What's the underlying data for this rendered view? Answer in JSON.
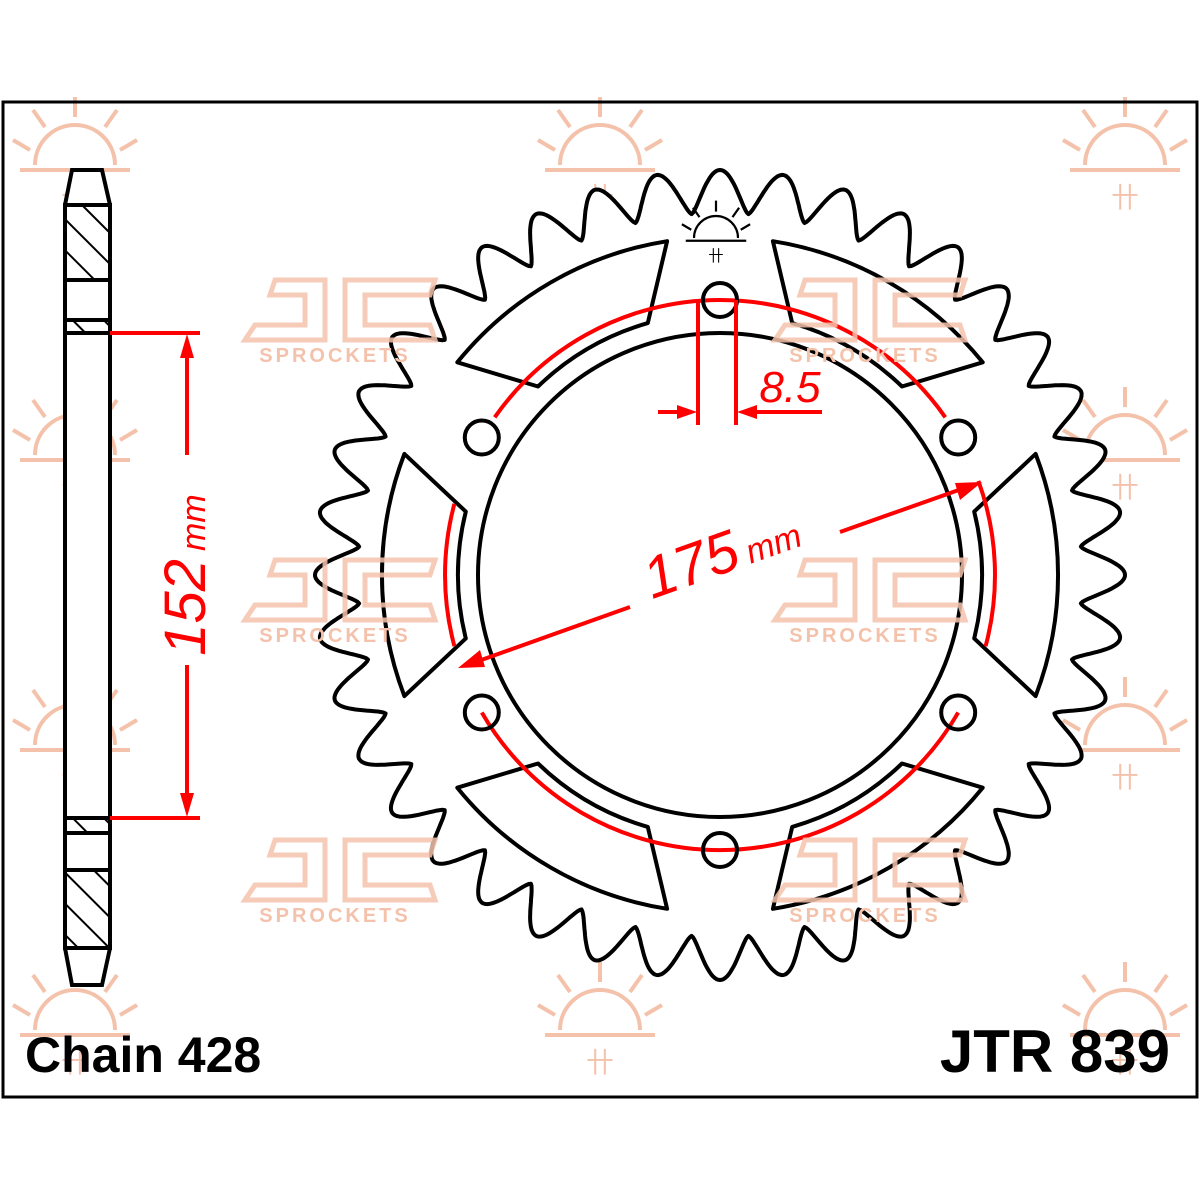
{
  "labels": {
    "chain": "Chain 428",
    "part_number": "JTR 839"
  },
  "dimensions": {
    "pcd_value": "175",
    "pcd_unit": "mm",
    "inner_value": "152",
    "inner_unit": "mm",
    "hole_value": "8.5"
  },
  "watermark": {
    "logo_text": "JT",
    "tagline": "SPROCKETS"
  },
  "colors": {
    "outline": "#000000",
    "dimension": "#ff0000",
    "watermark": "#f4c2ab"
  }
}
